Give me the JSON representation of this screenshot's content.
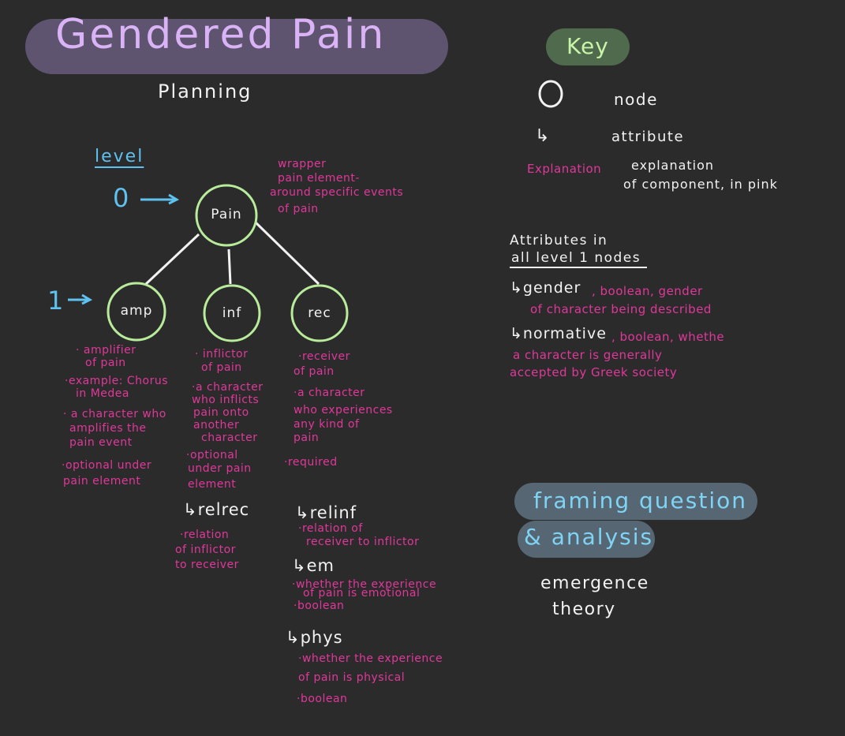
{
  "title": "Gendered Pain",
  "subtitle": "Planning",
  "key": {
    "label": "Key",
    "node_label": "node",
    "attribute_label": "attribute",
    "explanation_sample": "Explanation",
    "explanation_text_1": "explanation",
    "explanation_text_2": "of component, in pink"
  },
  "level": {
    "label": "level",
    "zero": "0",
    "one": "1"
  },
  "nodes": {
    "root": "Pain",
    "amp": "amp",
    "inf": "inf",
    "rec": "rec"
  },
  "root_note": {
    "line1": "wrapper",
    "line2": "pain element-",
    "line3": "around specific events",
    "line4": "of  pain"
  },
  "amp_notes": {
    "l1": "· amplifier",
    "l2": "of pain",
    "l3": "·example: Chorus",
    "l4": "in Medea",
    "l5": "· a character who",
    "l6": "amplifies the",
    "l7": "pain event",
    "l8": "·optional under",
    "l9": "pain element"
  },
  "inf_notes": {
    "l1": "· inflictor",
    "l2": "of pain",
    "l3": "·a character",
    "l4": "who inflicts",
    "l5": "pain onto",
    "l6": "another",
    "l7": "character",
    "l8": "·optional",
    "l9": "under pain",
    "l10": "element"
  },
  "rec_notes": {
    "l1": "·receiver",
    "l2": "of pain",
    "l3": "·a character",
    "l4": "who experiences",
    "l5": "any kind of",
    "l6": "pain",
    "l7": "·required"
  },
  "relrec": {
    "name": "↳relrec",
    "l1": "·relation",
    "l2": "of inflictor",
    "l3": "to receiver"
  },
  "relinf": {
    "name": "↳relinf",
    "l1": "·relation of",
    "l2": "receiver to inflictor"
  },
  "em": {
    "name": "↳em",
    "l1": "·whether the experience",
    "l2": "of pain is emotional",
    "l3": "·boolean"
  },
  "phys": {
    "name": "↳phys",
    "l1": "·whether the experience",
    "l2": "of pain is physical",
    "l3": "·boolean"
  },
  "attributes": {
    "heading1": "Attributes  in",
    "heading2": "all level 1 nodes",
    "gender_name": "↳gender",
    "gender_desc1": ", boolean, gender",
    "gender_desc2": "of character being described",
    "normative_name": "↳normative",
    "normative_desc1": ", boolean, whethe",
    "normative_desc2": "a character is generally",
    "normative_desc3": "accepted by Greek society"
  },
  "framing": {
    "line1": "framing question",
    "line2": "& analysis",
    "body1": "emergence",
    "body2": "theory"
  },
  "colors": {
    "background": "#2b2b2b",
    "pink": "#e0389a",
    "node_stroke": "#b8ec9a",
    "level_blue": "#5ec1f0",
    "title_pill": "#5f5470"
  }
}
